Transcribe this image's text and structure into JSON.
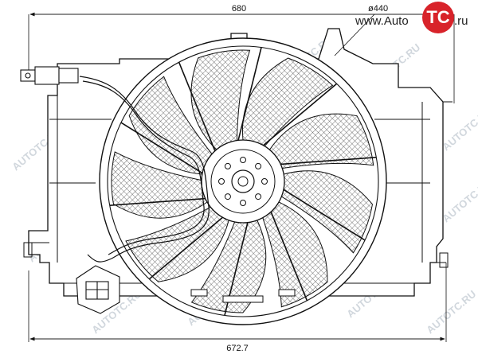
{
  "dimensions": {
    "top_width": "680",
    "fan_diameter": "ø440",
    "bottom_width": "672.7"
  },
  "logo": {
    "text_left": "www.Auto",
    "badge": "TC",
    "text_right": ".ru",
    "color": "#d8232a"
  },
  "watermark": {
    "text": "AUTOTC.RU",
    "color": "#9aa7b5"
  }
}
